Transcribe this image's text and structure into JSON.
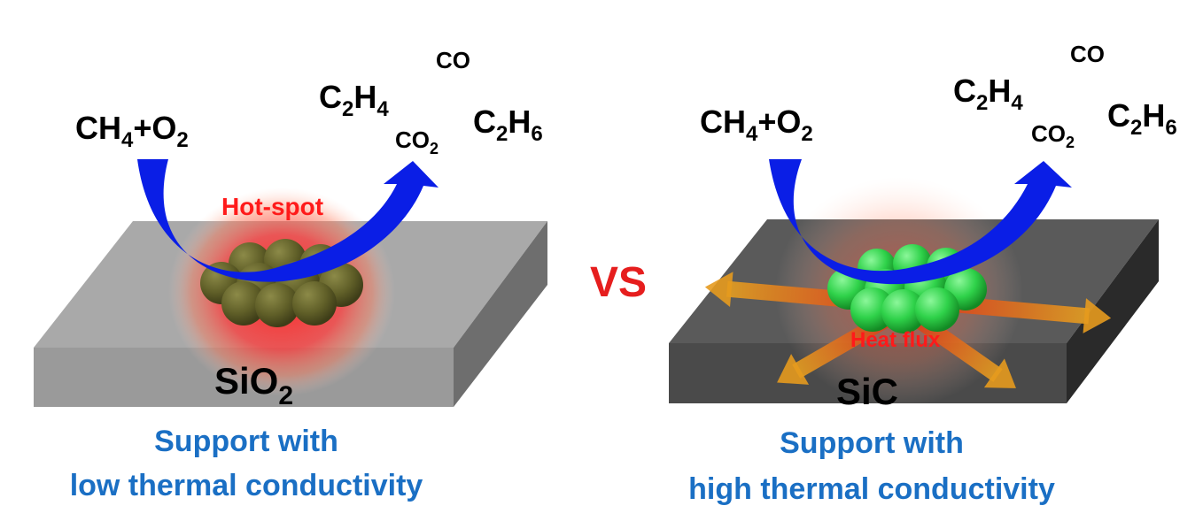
{
  "comparison_label": "VS",
  "colors": {
    "arrow_blue": "#0a1ee6",
    "vs_red": "#e61e1e",
    "caption_blue": "#1a6fc4",
    "hot_red": "#ff1a1a",
    "heat_orange": "#e58a1a",
    "sio2_particle": "#6b6a2e",
    "sic_particle": "#2fd24a"
  },
  "left": {
    "reactants": {
      "a": "CH",
      "a_sub": "4",
      "plus": "+",
      "b": "O",
      "b_sub": "2"
    },
    "products": {
      "co": "CO",
      "c2h4": {
        "c": "C",
        "c_sub": "2",
        "h": "H",
        "h_sub": "4"
      },
      "co2": {
        "c": "CO",
        "sub": "2"
      },
      "c2h6": {
        "c": "C",
        "c_sub": "2",
        "h": "H",
        "h_sub": "6"
      }
    },
    "hotspot_label": "Hot-spot",
    "support": {
      "main": "SiO",
      "sub": "2"
    },
    "caption": [
      "Support with",
      "low thermal conductivity"
    ]
  },
  "right": {
    "reactants": {
      "a": "CH",
      "a_sub": "4",
      "plus": "+",
      "b": "O",
      "b_sub": "2"
    },
    "products": {
      "co": "CO",
      "c2h4": {
        "c": "C",
        "c_sub": "2",
        "h": "H",
        "h_sub": "4"
      },
      "co2": {
        "c": "CO",
        "sub": "2"
      },
      "c2h6": {
        "c": "C",
        "c_sub": "2",
        "h": "H",
        "h_sub": "6"
      }
    },
    "heatflux_label": "Heat flux",
    "support": {
      "main": "SiC"
    },
    "caption": [
      "Support with",
      "high thermal conductivity"
    ]
  }
}
